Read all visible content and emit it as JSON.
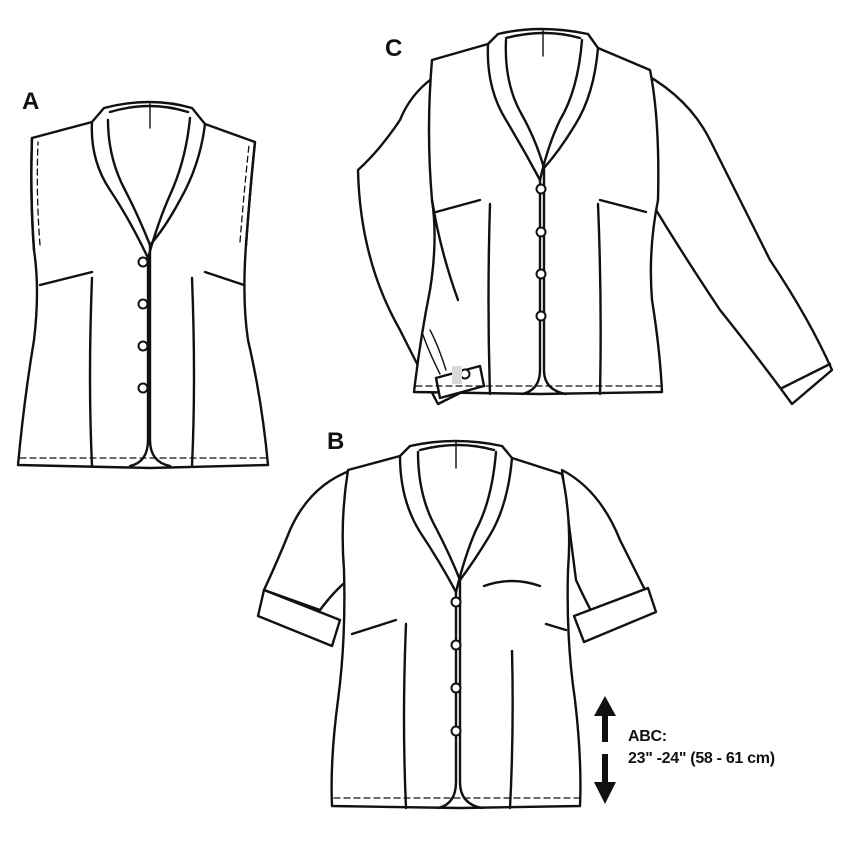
{
  "views": [
    {
      "id": "A",
      "label": "A"
    },
    {
      "id": "B",
      "label": "B"
    },
    {
      "id": "C",
      "label": "C"
    }
  ],
  "measurement": {
    "title": "ABC:",
    "value": "23\" -24\" (58 - 61 cm)"
  },
  "colors": {
    "line": "#111111",
    "background": "#ffffff",
    "highlight": "#d9d9d9"
  },
  "icons": {
    "length_arrow": "double-vertical-arrow-icon"
  }
}
